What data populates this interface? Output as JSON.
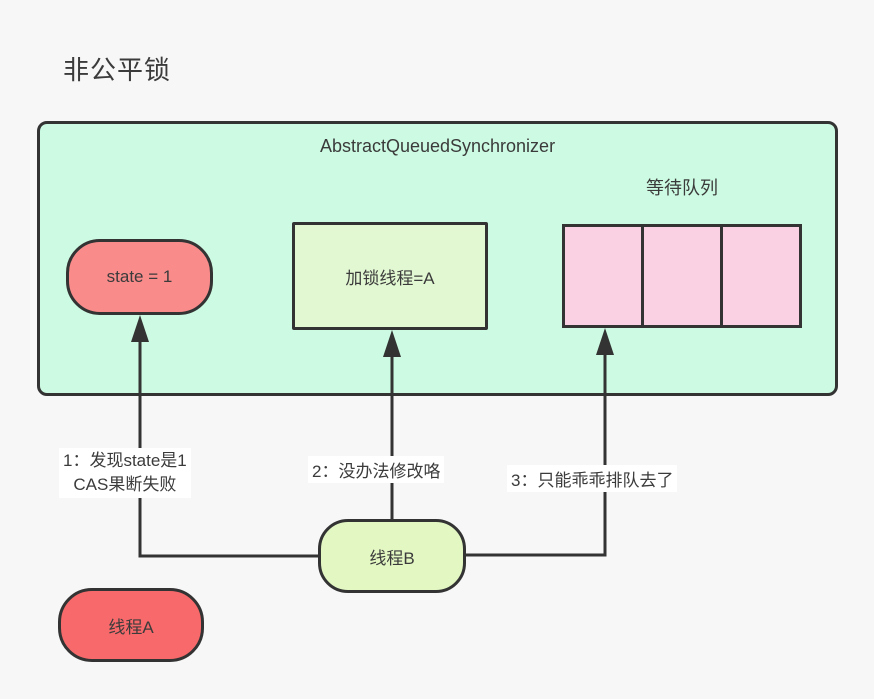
{
  "title": "非公平锁",
  "aqs": {
    "label": "AbstractQueuedSynchronizer",
    "state_pill": "state = 1",
    "lock_thread_box": "加锁线程=A",
    "wait_queue": {
      "label": "等待队列",
      "cell_count": 3
    }
  },
  "annotations": {
    "step1_line1": "1：发现state是1",
    "step1_line2": "CAS果断失败",
    "step2": "2：没办法修改咯",
    "step3": "3：只能乖乖排队去了"
  },
  "threads": {
    "thread_b": "线程B",
    "thread_a": "线程A"
  },
  "colors": {
    "background": "#f7f7f7",
    "stroke": "#333333",
    "text": "#3b3b3b",
    "aqs_fill": "#ccfae2",
    "state_fill": "#f98b8b",
    "lock_box_fill": "#e2f8d2",
    "queue_fill": "#fad1e2",
    "thread_b_fill": "#e3f7c3",
    "thread_a_fill": "#f7696a"
  }
}
